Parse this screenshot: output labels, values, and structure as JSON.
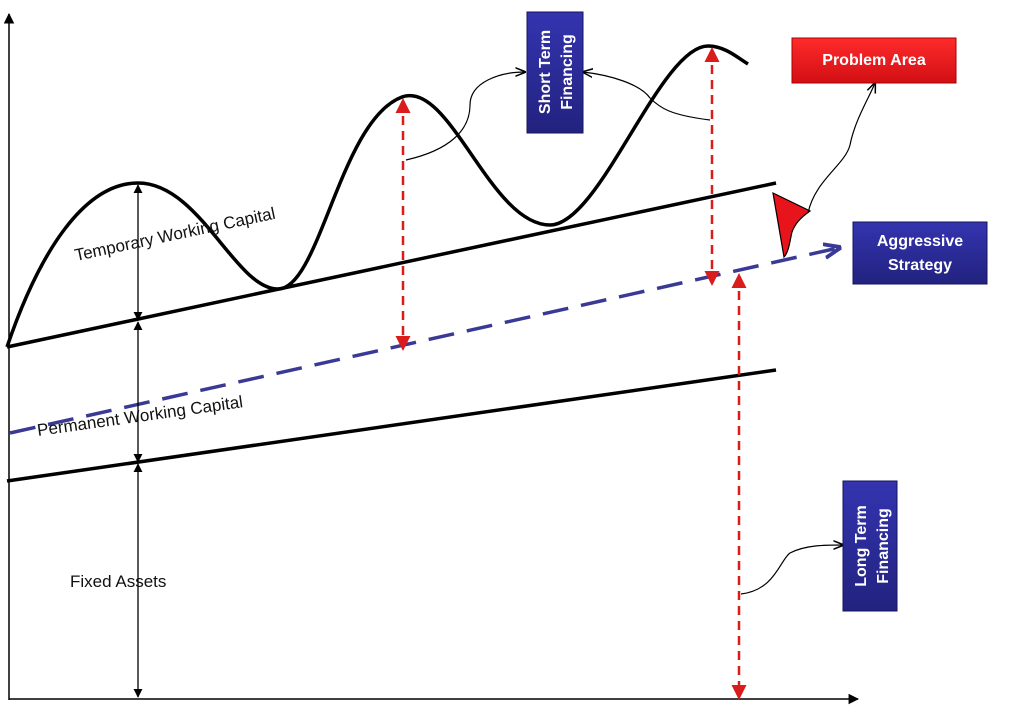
{
  "labels": {
    "temporary_working_capital": "Temporary Working Capital",
    "permanent_working_capital": "Permanent  Working Capital",
    "fixed_assets": "Fixed Assets"
  },
  "boxes": {
    "short_term_financing": [
      "Short Term",
      "Financing"
    ],
    "problem_area": "Problem Area",
    "aggressive_strategy": [
      "Aggressive",
      "Strategy"
    ],
    "long_term_financing": [
      "Long Term",
      "Financing"
    ]
  },
  "colors": {
    "box_blue": "#2a2a9a",
    "box_red": "#e8141b",
    "dashed_blue": "#3a3a96",
    "dashed_red": "#d91c1c",
    "line": "#000000",
    "problem_fill": "#e8141b"
  }
}
